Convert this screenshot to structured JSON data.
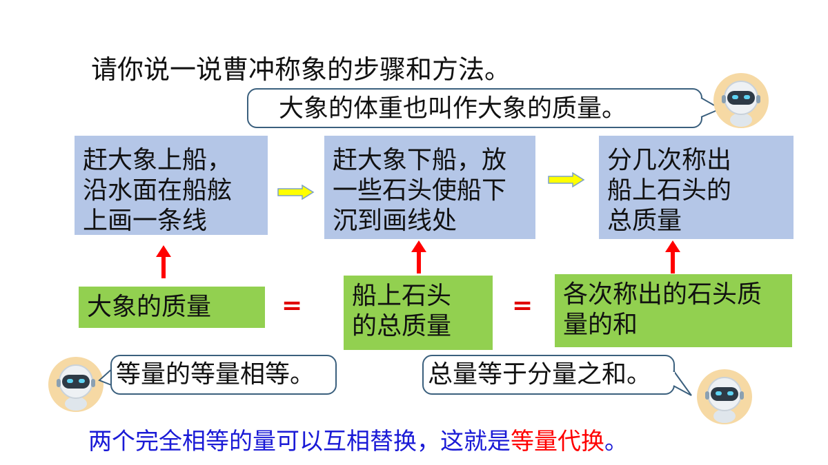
{
  "title": "请你说一说曹冲称象的步骤和方法。",
  "bubbles": {
    "top": "大象的体重也叫作大象的质量。",
    "left": "等量的等量相等。",
    "right": "总量等于分量之和。"
  },
  "steps": [
    "赶大象上船，\n沿水面在船舷\n上画一条线",
    "赶大象下船，放\n一些石头使船下\n沉到画线处",
    "分几次称出\n船上石头的\n总质量"
  ],
  "quantities": [
    "大象的质量",
    "船上石头\n的总质量",
    "各次称出的石头质\n量的和"
  ],
  "equals": "=",
  "conclusion": {
    "part1": "两个完全相等的量可以互相替换，这就是",
    "part2": "等量代换",
    "part3": "。"
  },
  "colors": {
    "step_fill": "#b4c6e7",
    "quantity_fill": "#92d050",
    "arrow_red": "#ff0000",
    "arrow_yellow": "#ffff00",
    "text_blue": "#1a1ad6",
    "bubble_border": "#3a5f7d"
  },
  "icons": [
    "robot-icon",
    "right-arrow-icon",
    "up-arrow-icon"
  ]
}
